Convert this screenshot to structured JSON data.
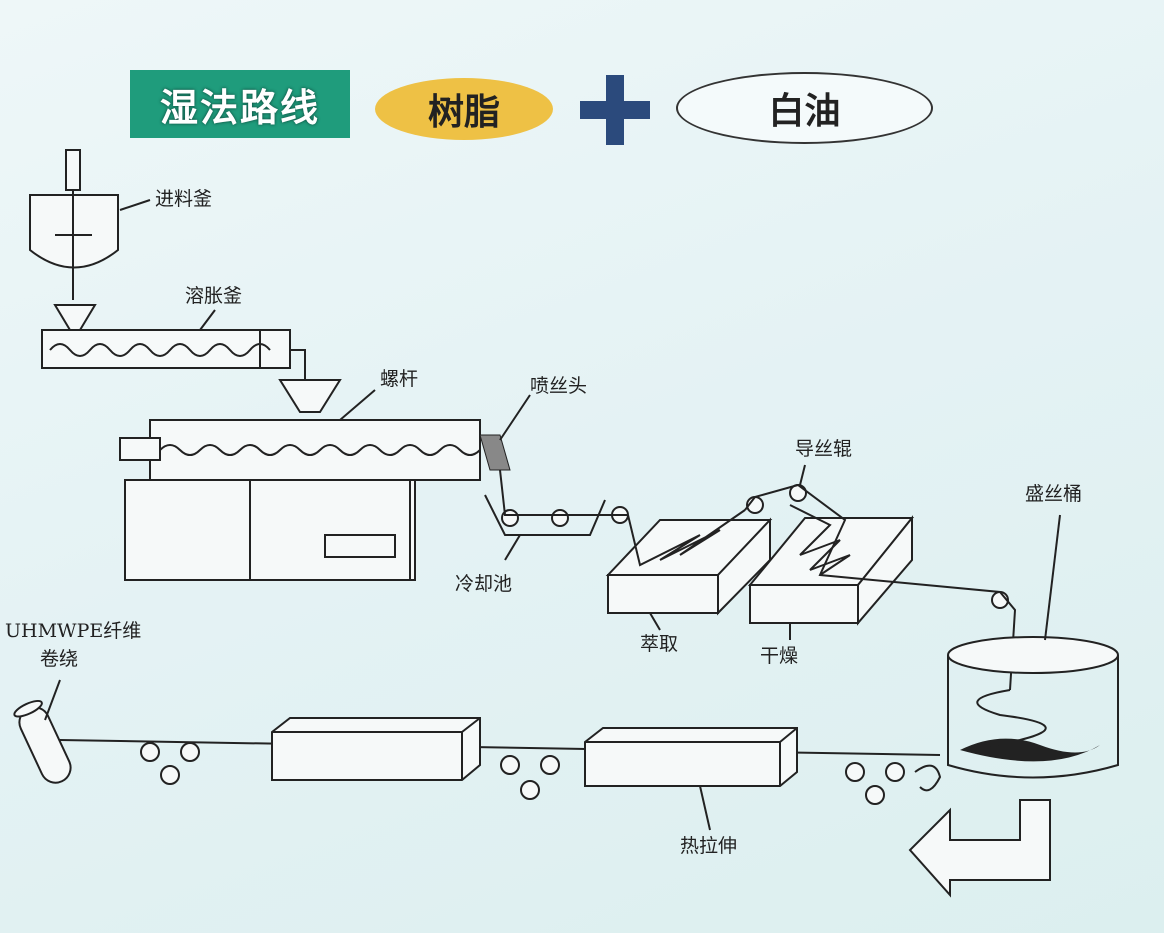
{
  "header": {
    "route_title": "湿法路线",
    "resin": "树脂",
    "plus": "+",
    "white_oil": "白油"
  },
  "labels": {
    "feed_kettle": "进料釜",
    "swelling_kettle": "溶胀釜",
    "screw": "螺杆",
    "spinneret": "喷丝头",
    "guide_roller": "导丝辊",
    "filament_bucket": "盛丝桶",
    "cooling_bath": "冷却池",
    "extraction": "萃取",
    "drying": "干燥",
    "winding_line1": "UHMWPE纤维",
    "winding_line2": "卷绕",
    "hot_drawing": "热拉伸"
  },
  "colors": {
    "title_bg": "#1f9c7c",
    "resin_bg": "#eec145",
    "plus": "#2b4a7c"
  }
}
